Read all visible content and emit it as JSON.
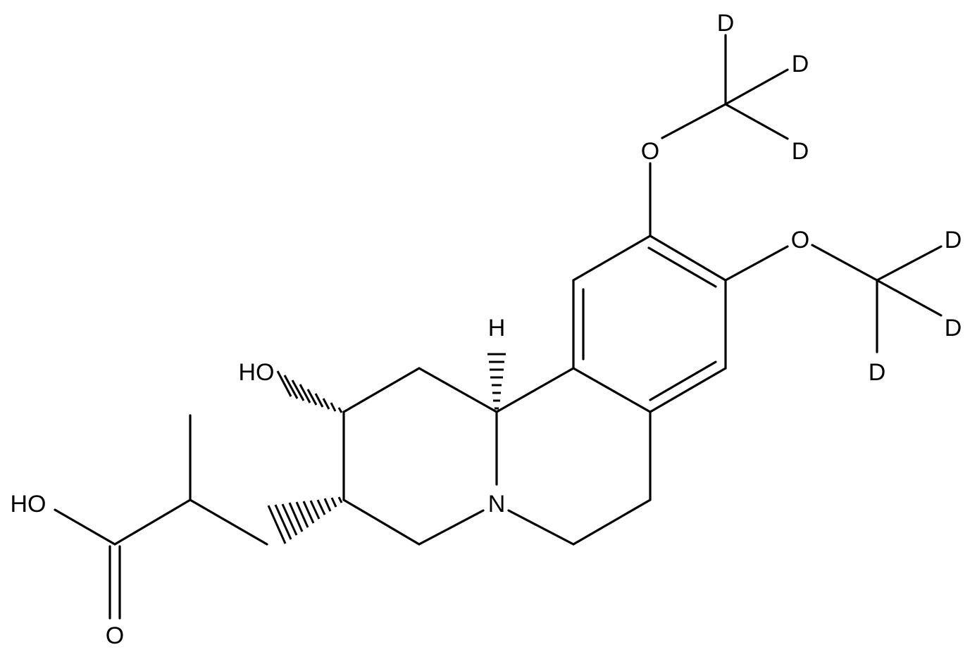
{
  "molecule": {
    "atom_labels": {
      "o_top": "O",
      "d_top_1": "D",
      "d_top_2": "D",
      "d_top_3": "D",
      "o_right": "O",
      "d_right_1": "D",
      "d_right_2": "D",
      "d_right_3": "D",
      "h_stereo": "H",
      "hydroxyl": "HO",
      "nitrogen": "N",
      "acid_oh": "HO",
      "acid_o": "O"
    }
  }
}
